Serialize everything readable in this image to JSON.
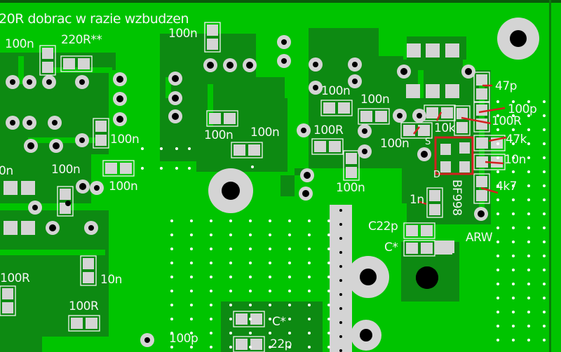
{
  "title_note": "20R dobrac w razie wzbudzen",
  "labels": [
    "100n",
    "220R**",
    "100n",
    "100n",
    "100n",
    "100n",
    "100n",
    "100n",
    "100R",
    "100n",
    "100n",
    "10k",
    "47p",
    "100p",
    "100R",
    "47k",
    "10n",
    "4k7",
    "1n",
    "BF998",
    "C22p",
    "C*",
    "ARW",
    "100n",
    "100n",
    "0n",
    "100R",
    "10n",
    "100R",
    "100p",
    "C*",
    "22p",
    "S",
    "D"
  ],
  "colors": {
    "copper_fill": "#00c400",
    "copper_zone": "#0d8a12",
    "pad": "#d4d4d4",
    "silk": "#f4f4f4",
    "highlight": "#d42020"
  }
}
